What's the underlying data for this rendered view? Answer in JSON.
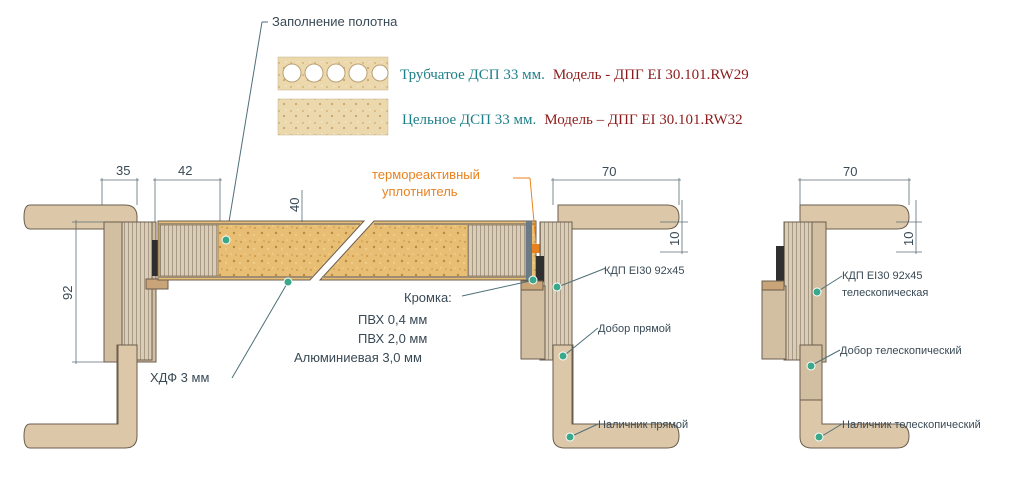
{
  "header": {
    "filling_title": "Заполнение полотна"
  },
  "legend": {
    "row1": {
      "material": "Трубчатое ДСП 33 мм.",
      "model": "Модель  - ДПГ EI 30.101.RW29"
    },
    "row2": {
      "material": "Цельное ДСП 33 мм.",
      "model": "Модель – ДПГ EI 30.101.RW32"
    }
  },
  "dimensions": {
    "frame_width_left": "35",
    "leaf_offset": "42",
    "leaf_thickness": "40",
    "frame_depth": "92",
    "frame_width_mid": "70",
    "rebate_mid": "10",
    "frame_width_right": "70",
    "rebate_right": "10"
  },
  "labels": {
    "sealant_line1": "термореактивный",
    "sealant_line2": "уплотнитель",
    "edge_title": "Кромка:",
    "edge_pvc04": "ПВХ 0,4 мм",
    "edge_pvc20": "ПВХ 2,0 мм",
    "edge_alu": "Алюминиевая 3,0 мм",
    "hdf": "ХДФ 3 мм",
    "frame_straight": "КДП EI30 92х45",
    "extension_straight": "Добор прямой",
    "casing_straight": "Наличник прямой",
    "frame_telescopic_line1": "КДП EI30 92х45",
    "frame_telescopic_line2": "телескопическая",
    "extension_telescopic": "Добор телескопический",
    "casing_telescopic": "Наличник телескопический"
  },
  "colors": {
    "callout_dot": "#3aa88a",
    "sealant": "#e8821e",
    "model_text": "#8c1c1c",
    "material_text": "#1d7f88"
  }
}
